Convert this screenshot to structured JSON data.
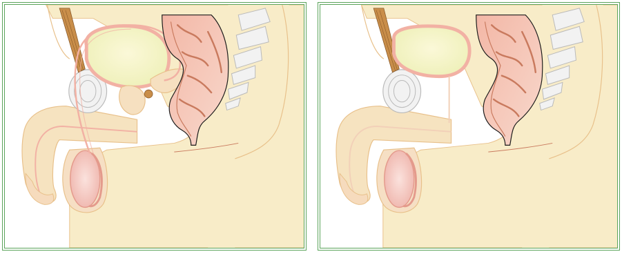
{
  "colors": {
    "frame": "#5aa35a",
    "skin": "#f8ecc8",
    "skin_outline": "#e8c08a",
    "organ_pink": "#f2b1a4",
    "organ_outline": "#e49a8c",
    "bladder_fill": "#f5f0b8",
    "rectum_fill": "#f6c9bc",
    "rectum_dark": "#c97a5e",
    "bone": "#f2f2f2",
    "bone_outline": "#b9b9b9",
    "muscle": "#c98e4a",
    "testis": "#f2c8c2"
  },
  "panels": [
    {
      "id": "left",
      "variant": "with-reproductive-ducts"
    },
    {
      "id": "right",
      "variant": "after-removal"
    }
  ]
}
